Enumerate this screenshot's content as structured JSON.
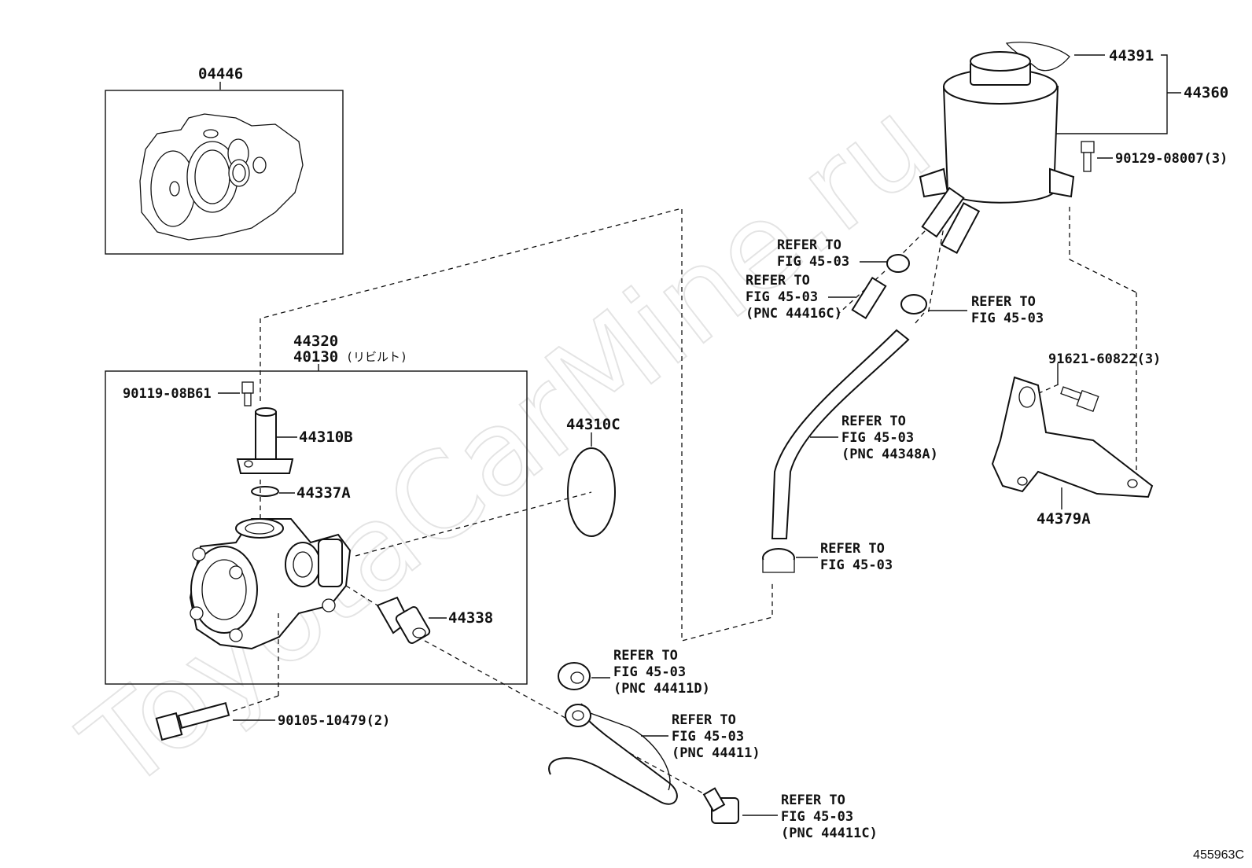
{
  "watermark": "ToyotaCarMine.ru",
  "figure_id": "455963C",
  "parts": {
    "p04446": "04446",
    "p44320": "44320",
    "p40130": "40130",
    "p40130_note": "(リビルト)",
    "p90119": "90119-08B61",
    "p44310B": "44310B",
    "p44337A": "44337A",
    "p44310C": "44310C",
    "p44338": "44338",
    "p90105": "90105-10479(2)",
    "p44391": "44391",
    "p44360": "44360",
    "p90129": "90129-08007(3)",
    "p91621": "91621-60822(3)",
    "p44379A": "44379A"
  },
  "refs": {
    "r1": {
      "l1": "REFER TO",
      "l2": "FIG 45-03"
    },
    "r2": {
      "l1": "REFER TO",
      "l2": "FIG 45-03",
      "l3": "(PNC 44416C)"
    },
    "r3": {
      "l1": "REFER TO",
      "l2": "FIG 45-03"
    },
    "r4": {
      "l1": "REFER TO",
      "l2": "FIG 45-03",
      "l3": "(PNC 44348A)"
    },
    "r5": {
      "l1": "REFER TO",
      "l2": "FIG 45-03"
    },
    "r6": {
      "l1": "REFER TO",
      "l2": "FIG 45-03",
      "l3": "(PNC 44411D)"
    },
    "r7": {
      "l1": "REFER TO",
      "l2": "FIG 45-03",
      "l3": "(PNC 44411)"
    },
    "r8": {
      "l1": "REFER TO",
      "l2": "FIG 45-03",
      "l3": "(PNC 44411C)"
    }
  }
}
